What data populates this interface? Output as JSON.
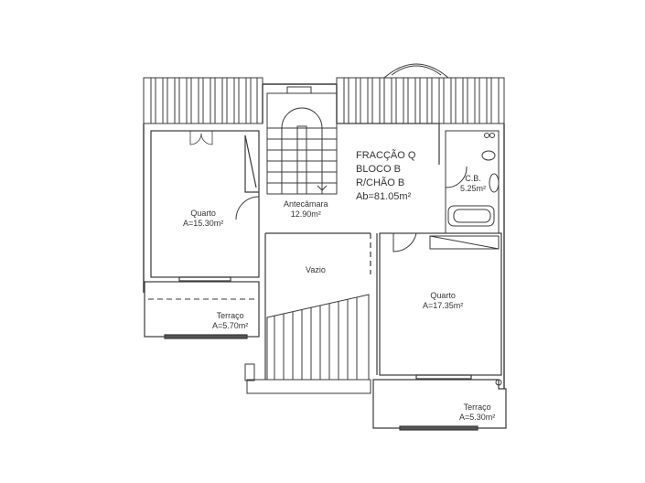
{
  "title_block": {
    "fraction": "FRACÇÃO Q",
    "block": "BLOCO B",
    "floor": "R/CHÃO B",
    "gross_area": "Ab=81.05m²"
  },
  "rooms": [
    {
      "id": "quarto_1",
      "name": "Quarto",
      "area": "A=15.30m²"
    },
    {
      "id": "antecamara",
      "name": "Antecâmara",
      "area": "12.90m²"
    },
    {
      "id": "cb",
      "name": "C.B.",
      "area": "5.25m²"
    },
    {
      "id": "vazio",
      "name": "Vazio",
      "area": ""
    },
    {
      "id": "quarto_2",
      "name": "Quarto",
      "area": "A=17.35m²"
    },
    {
      "id": "terraco_1",
      "name": "Terraço",
      "area": "A=5.70m²"
    },
    {
      "id": "terraco_2",
      "name": "Terraço",
      "area": "A=5.30m²"
    }
  ],
  "colors": {
    "line": "#3a3a3a",
    "background": "#ffffff",
    "text": "#333333"
  }
}
